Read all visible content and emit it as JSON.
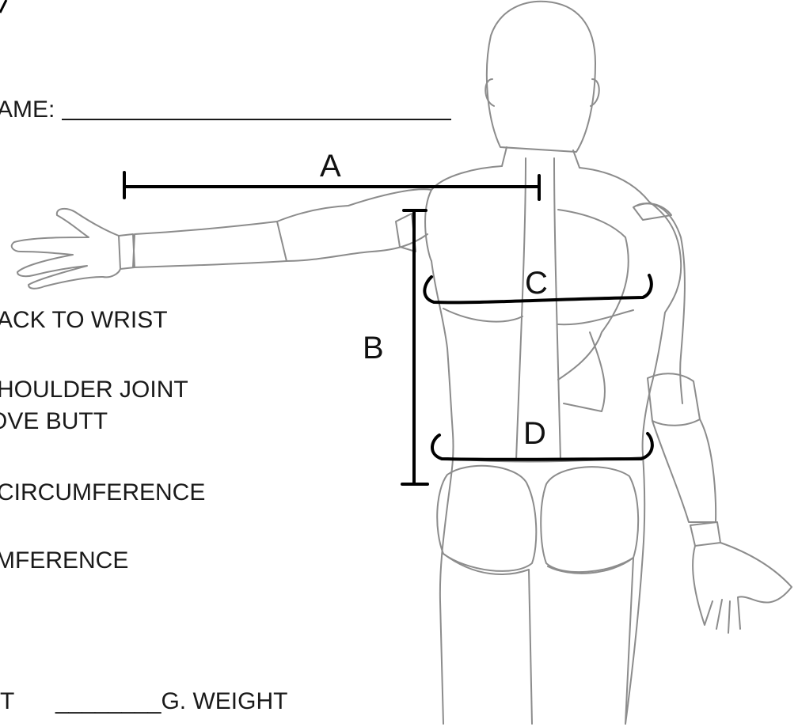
{
  "form": {
    "name_label": "AME:",
    "lines": [
      "ACK TO WRIST",
      "HOULDER JOINT",
      "OVE BUTT",
      "CIRCUMFERENCE",
      "MFERENCE"
    ],
    "bottom_left": "T",
    "bottom_right": "________G. WEIGHT"
  },
  "markers": {
    "a": "A",
    "b": "B",
    "c": "C",
    "d": "D"
  }
}
